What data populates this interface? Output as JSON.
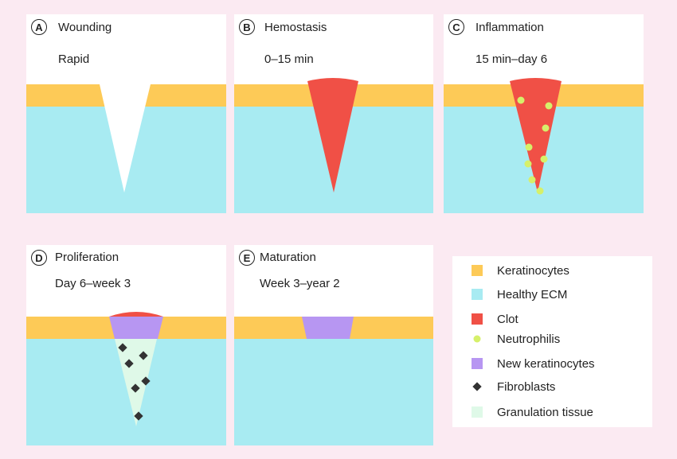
{
  "colors": {
    "background": "#fbeaf2",
    "keratinocytes": "#fdca57",
    "healthy_ecm": "#a8ebf2",
    "clot": "#f05046",
    "neutrophils": "#d6f06a",
    "new_keratinocytes": "#b796f2",
    "fibroblasts": "#333333",
    "granulation_tissue": "#dff9e8"
  },
  "panels": [
    {
      "letter": "A",
      "title": "Wounding",
      "time": "Rapid"
    },
    {
      "letter": "B",
      "title": "Hemostasis",
      "time": "0–15 min"
    },
    {
      "letter": "C",
      "title": "Inflammation",
      "time": "15 min–day 6"
    },
    {
      "letter": "D",
      "title": "Proliferation",
      "time": "Day 6–week 3"
    },
    {
      "letter": "E",
      "title": "Maturation",
      "time": "Week 3–year 2"
    }
  ],
  "legend": [
    {
      "label": "Keratinocytes",
      "shape": "square",
      "color": "#fdca57"
    },
    {
      "label": "Healthy ECM",
      "shape": "square",
      "color": "#a8ebf2"
    },
    {
      "label": "Clot",
      "shape": "square",
      "color": "#f05046"
    },
    {
      "label": "Neutrophilis",
      "shape": "circle",
      "color": "#d6f06a"
    },
    {
      "label": "New keratinocytes",
      "shape": "square",
      "color": "#b796f2"
    },
    {
      "label": "Fibroblasts",
      "shape": "diamond",
      "color": "#333333"
    },
    {
      "label": "Granulation tissue",
      "shape": "square",
      "color": "#dff9e8"
    }
  ]
}
